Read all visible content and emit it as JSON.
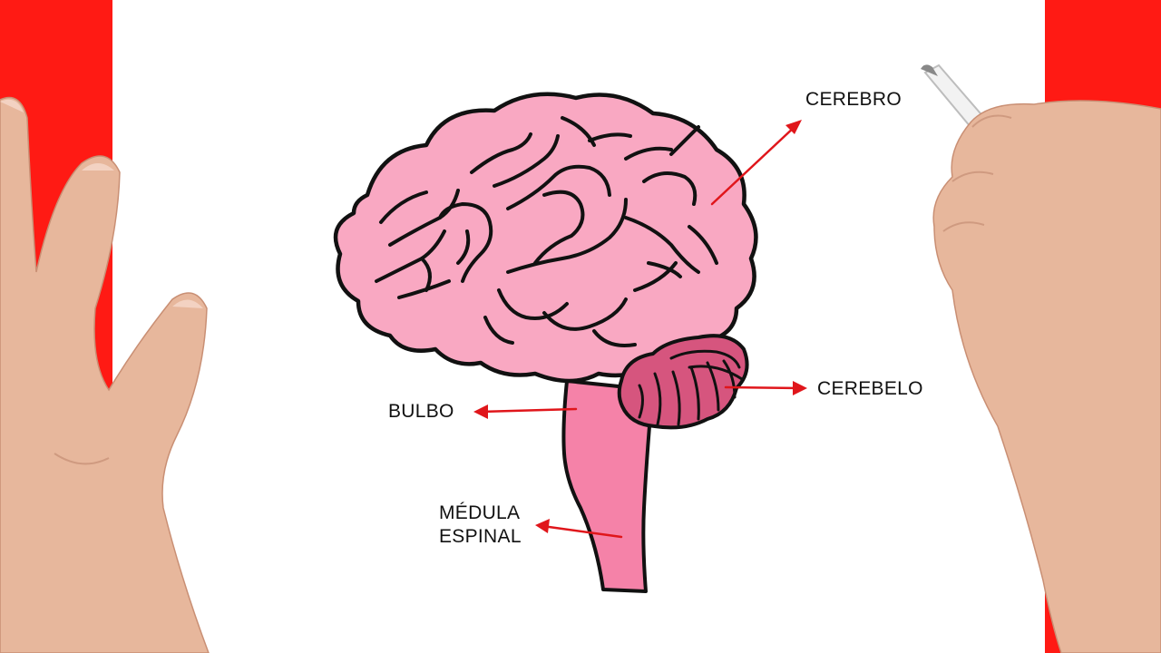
{
  "labels": {
    "cerebro": "CEREBRO",
    "cerebelo": "CEREBELO",
    "bulbo": "BULBO",
    "medula_line1": "MÉDULA",
    "medula_line2": "ESPINAL"
  },
  "colors": {
    "background": "#ff1a14",
    "paper": "#ffffff",
    "brain_fill": "#f9a8c2",
    "cerebellum_fill": "#d6557e",
    "stem_fill": "#f582a8",
    "outline": "#111111",
    "arrow": "#e0161b",
    "skin": "#e7b79c",
    "marker": "#f2f2f2"
  }
}
